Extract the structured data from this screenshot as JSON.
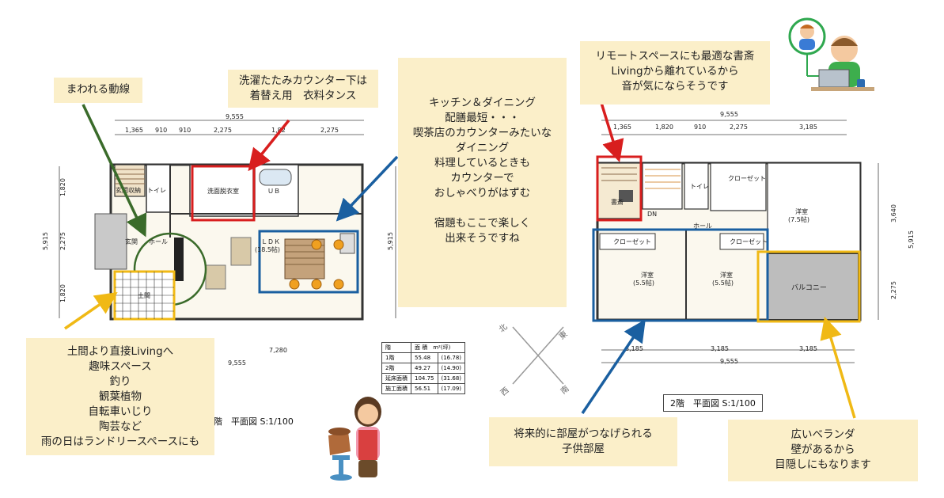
{
  "notes": {
    "mawareru": "まわれる動線",
    "sentaku": [
      "洗濯たたみカウンター下は",
      "着替え用　衣料タンス"
    ],
    "kitchen": [
      "キッチン＆ダイニング",
      "配膳最短・・・",
      "喫茶店のカウンターみたいな",
      "ダイニング",
      "料理しているときも",
      "カウンターで",
      "おしゃべりがはずむ",
      "",
      "宿題もここで楽しく",
      "出来そうですね"
    ],
    "remote": [
      "リモートスペースにも最適な書斎",
      "Livingから離れているから",
      "音が気にならそうです"
    ],
    "doma": [
      "土間より直接Livingへ",
      "趣味スペース",
      "釣り",
      "観葉植物",
      "自転車いじり",
      "陶芸など",
      "雨の日はランドリースペースにも"
    ],
    "kodomo": [
      "将来的に部屋がつなげられる",
      "子供部屋"
    ],
    "veranda": [
      "広いベランダ",
      "壁があるから",
      "目隠しにもなります"
    ]
  },
  "floor1": {
    "title": "階　平面図 S:1/100",
    "total_width": "9,555",
    "dims_top": [
      "1,365",
      "910",
      "910",
      "2,275",
      "1,82",
      "2,275"
    ],
    "dims_bottom": [
      "7,280",
      "9,555"
    ],
    "dims_left": [
      "1,820",
      "2,275",
      "1,820"
    ],
    "dims_side": "5,915",
    "rooms": {
      "storage": "玄関収納",
      "toilet": "トイレ",
      "washroom": "洗面脱衣室",
      "bath": "ＵＢ",
      "entrance": "玄関",
      "hall": "ホール",
      "ldk": "ＬＤＫ",
      "ldk_size": "(18.5帖)",
      "doma": "土間"
    }
  },
  "floor2": {
    "title": "2階　平面図 S:1/100",
    "total_width": "9,555",
    "dims_top": [
      "1,365",
      "1,820",
      "910",
      "2,275",
      "3,185"
    ],
    "dims_bottom": [
      "3,185",
      "3,185",
      "3,185",
      "9,555"
    ],
    "dims_right": [
      "3,640",
      "2,275"
    ],
    "dims_side": "5,915",
    "rooms": {
      "study": "書斎",
      "stairs_label": "DN",
      "toilet": "トイレ",
      "closet1": "クローゼット",
      "closet2": "クローゼット",
      "closet3": "クローゼット",
      "hall": "ホール",
      "western_big": "洋室",
      "western_big_size": "(7.5帖)",
      "western1": "洋室",
      "western1_size": "(5.5帖)",
      "western2": "洋室",
      "western2_size": "(5.5帖)",
      "balcony": "バルコニー"
    }
  },
  "area_table": {
    "headers": [
      "階",
      "面 積　m²(坪)"
    ],
    "rows": [
      [
        "1階",
        "55.48",
        "(16.78)"
      ],
      [
        "2階",
        "49.27",
        "(14.90)"
      ],
      [
        "延床面積",
        "104.75",
        "(31.68)"
      ],
      [
        "施工面積",
        "56.51",
        "(17.09)"
      ]
    ]
  },
  "compass": {
    "north": "北",
    "east": "東",
    "west": "西",
    "south": "南"
  },
  "colors": {
    "note_bg": "#fbefc9",
    "red": "#d81e1e",
    "blue": "#1a5fa0",
    "green": "#3a6b2a",
    "yellow": "#f0b915"
  }
}
